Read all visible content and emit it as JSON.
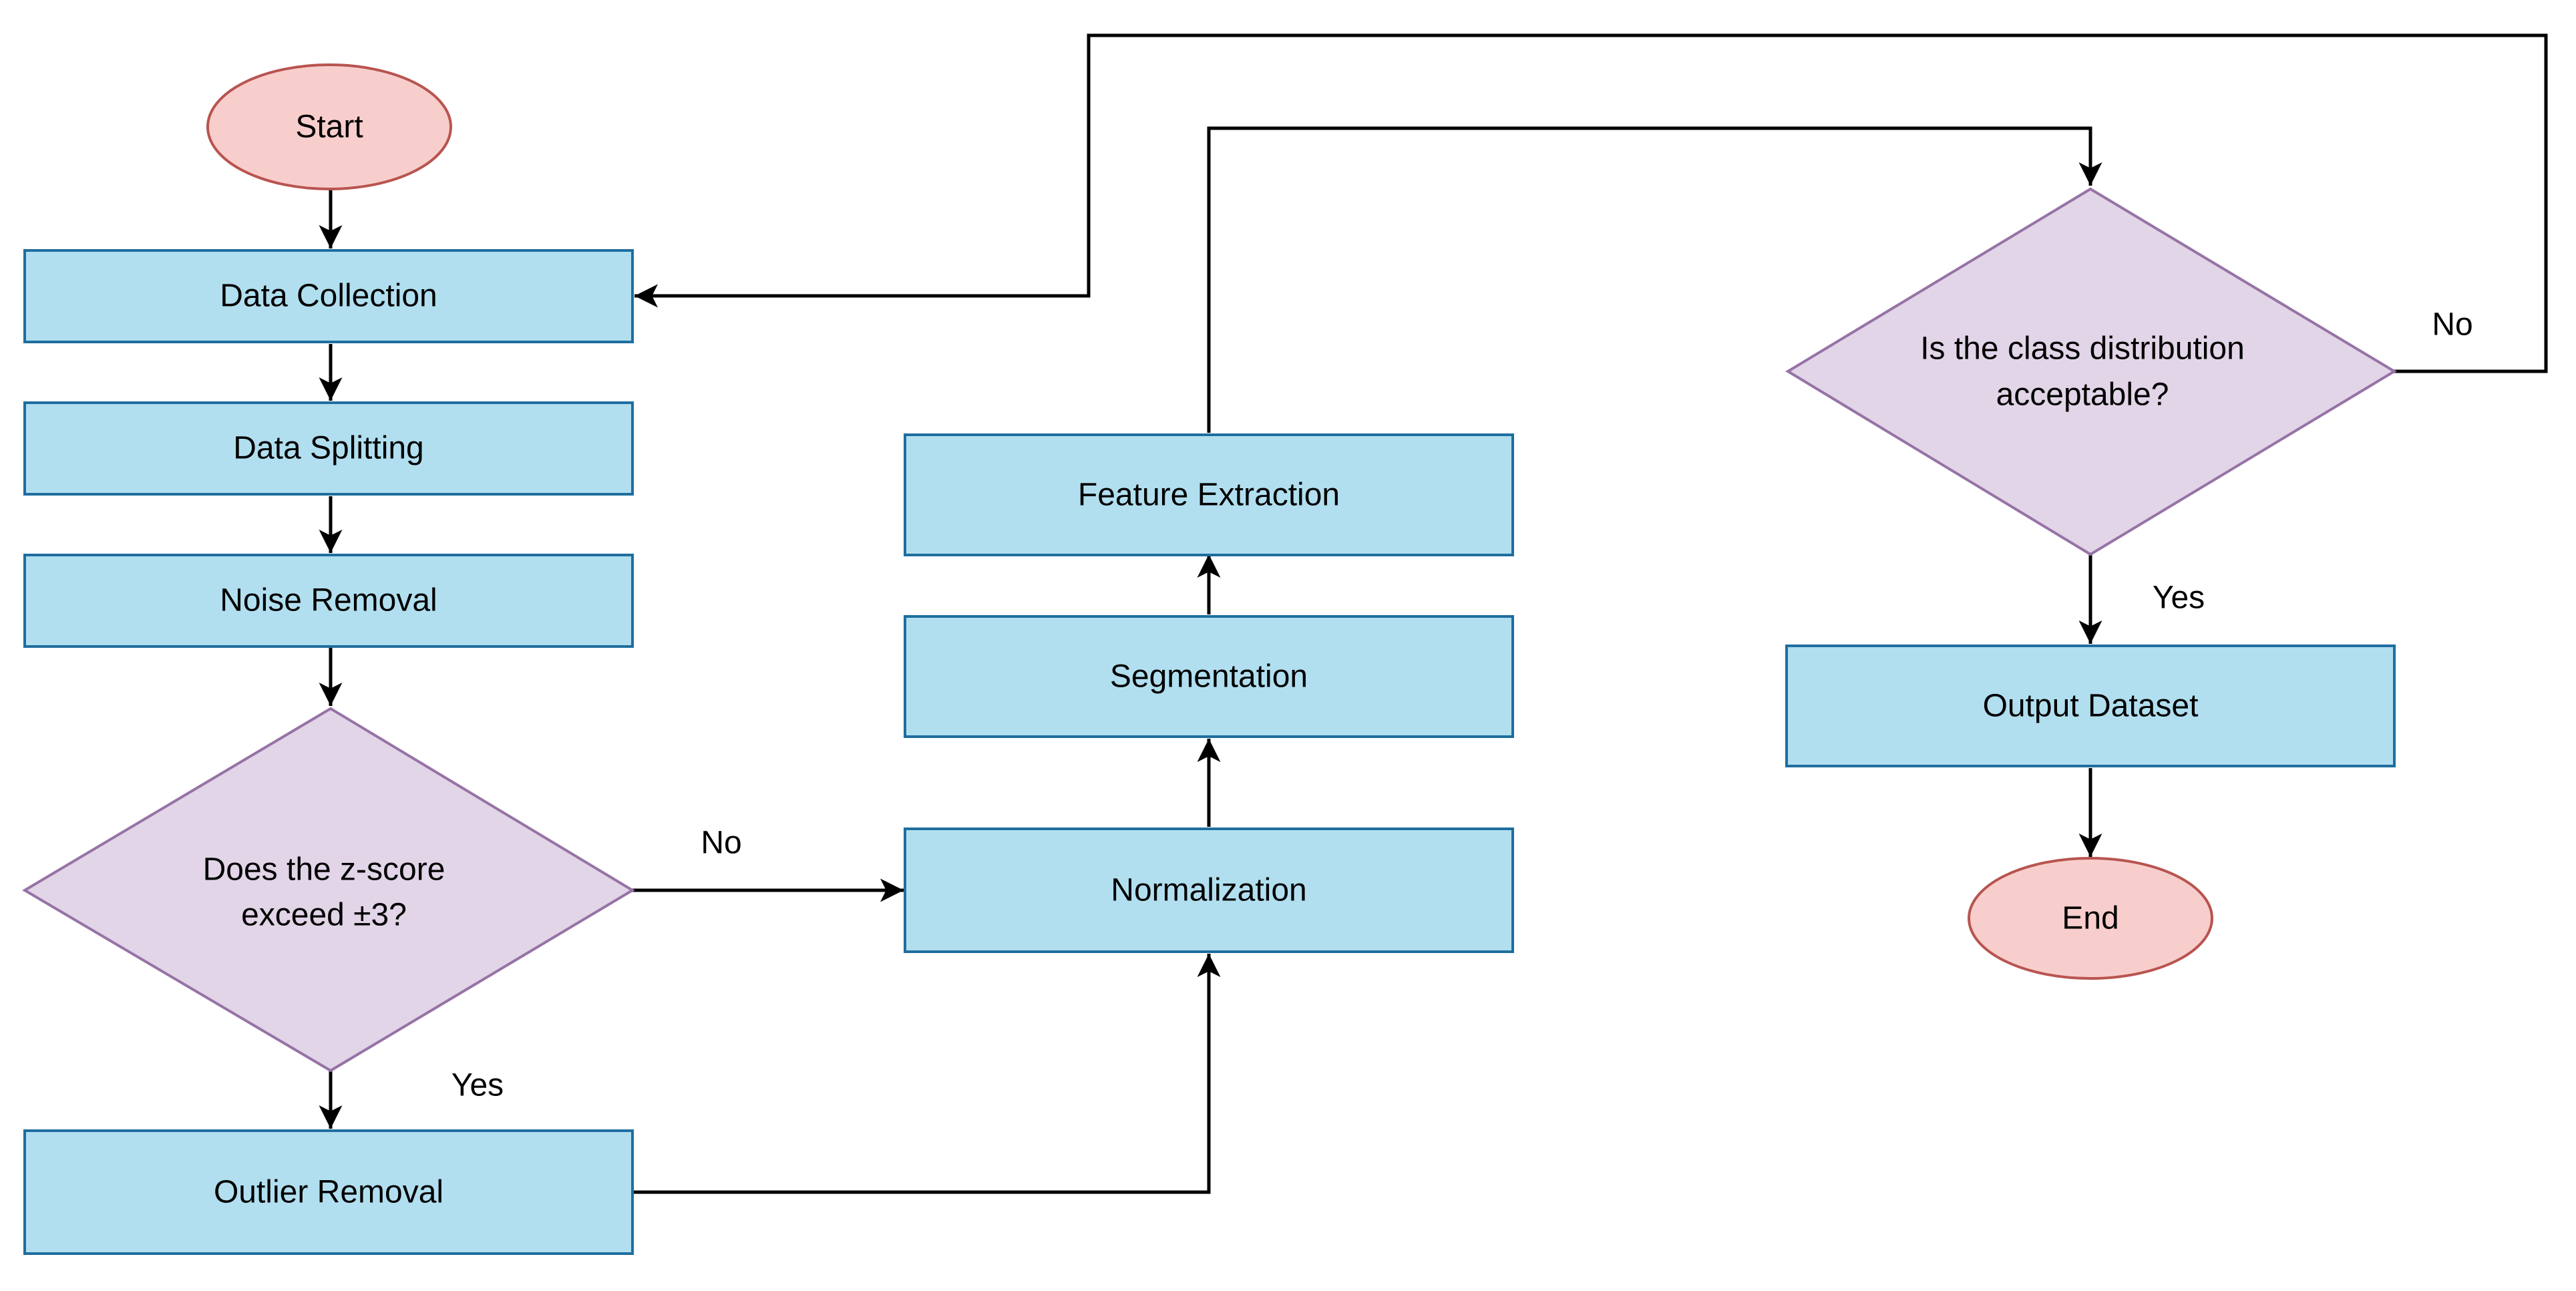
{
  "colors": {
    "process_fill": "#b1dff0",
    "process_stroke": "#1f6e9e",
    "terminal_fill": "#f8cecc",
    "terminal_stroke": "#b85450",
    "decision_fill": "#e1d5e7",
    "decision_stroke": "#9673a6",
    "edge": "#000000"
  },
  "nodes": {
    "start": "Start",
    "data_collection": "Data Collection",
    "data_splitting": "Data Splitting",
    "noise_removal": "Noise Removal",
    "zscore_line1": "Does the z-score",
    "zscore_line2": "exceed ±3?",
    "outlier_removal": "Outlier Removal",
    "normalization": "Normalization",
    "segmentation": "Segmentation",
    "feature_extraction": "Feature Extraction",
    "class_line1": "Is the class distribution",
    "class_line2": "acceptable?",
    "output_dataset": "Output Dataset",
    "end": "End"
  },
  "edge_labels": {
    "zscore_no": "No",
    "zscore_yes": "Yes",
    "class_no": "No",
    "class_yes": "Yes"
  }
}
